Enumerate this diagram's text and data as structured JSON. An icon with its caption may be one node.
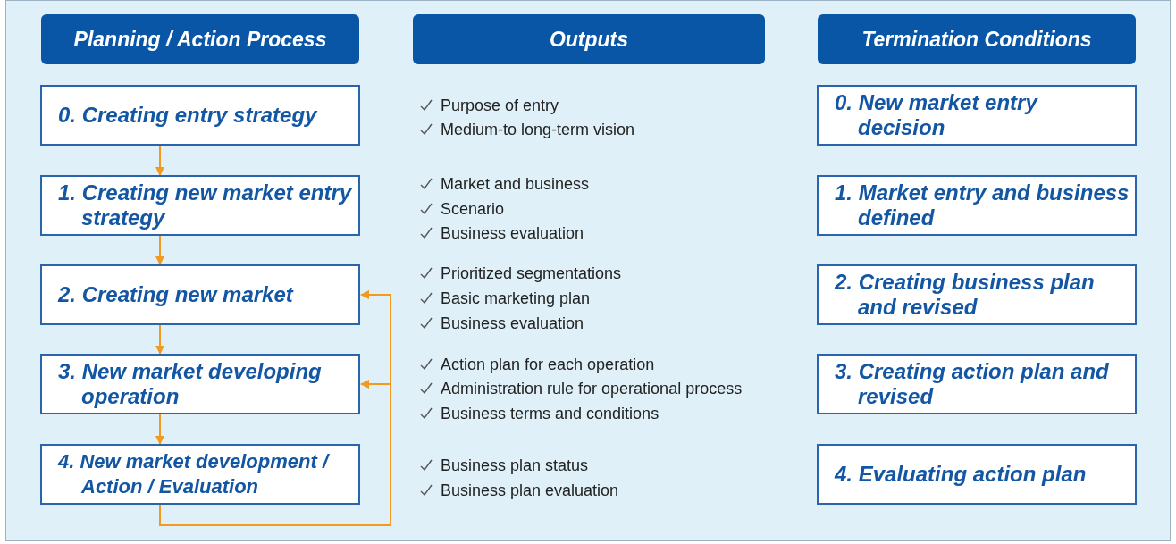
{
  "diagram": {
    "nodes": [
      {
        "text": [
          "Planning / Action Process"
        ]
      },
      {
        "text": [
          "Outputs"
        ]
      },
      {
        "text": [
          "Termination Conditions"
        ]
      },
      {
        "text": [
          "0. Creating entry strategy"
        ]
      },
      {
        "text": [
          "1. Creating new market entry strategy"
        ]
      },
      {
        "text": [
          "2. Creating new market"
        ]
      },
      {
        "text": [
          "3. New market developing operation"
        ]
      },
      {
        "text": [
          "4. New market development / Action / Evaluation"
        ]
      },
      {
        "text": [
          "0. New market entry decision"
        ]
      },
      {
        "text": [
          "1. Market entry and business defined"
        ]
      },
      {
        "text": [
          "2. Creating business plan and revised"
        ]
      },
      {
        "text": [
          "3. Creating action plan and revised"
        ]
      },
      {
        "text": [
          "4. Evaluating action plan"
        ]
      }
    ],
    "edges": [
      {
        "from": 3,
        "to": 4,
        "arrow": "to",
        "color": "#f39a1e"
      },
      {
        "from": 4,
        "to": 5,
        "arrow": "to",
        "color": "#f39a1e"
      },
      {
        "from": 5,
        "to": 6,
        "arrow": "to",
        "color": "#f39a1e"
      },
      {
        "from": 6,
        "to": 7,
        "arrow": "to",
        "color": "#f39a1e"
      },
      {
        "from": 7,
        "to": 5,
        "arrow": "to",
        "color": "#f39a1e"
      },
      {
        "from": 7,
        "to": 6,
        "arrow": "to",
        "color": "#f39a1e"
      }
    ],
    "labels": [
      "Purpose of entry",
      "Medium-to long-term vision",
      "Market and business",
      "Scenario",
      "Business evaluation",
      "Prioritized segmentations",
      "Basic marketing plan",
      "Business evaluation",
      "Action plan for each operation",
      "Administration rule for operational process",
      "Business terms and conditions",
      "Business plan status",
      "Business plan evaluation"
    ]
  }
}
